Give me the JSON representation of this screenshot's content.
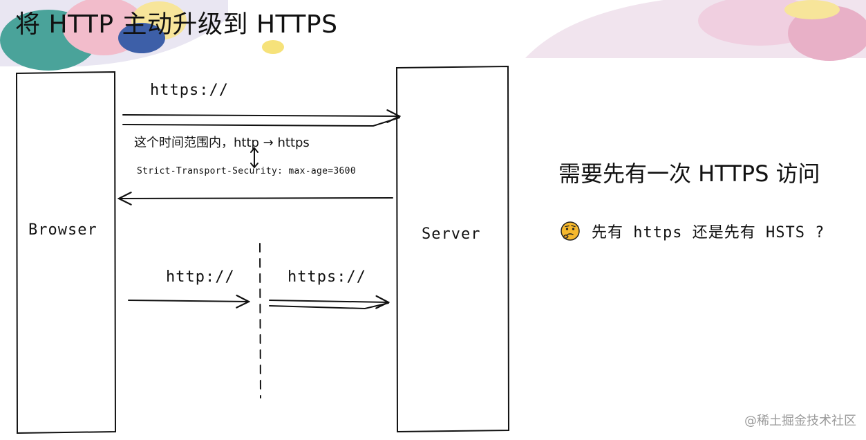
{
  "title": "将 HTTP 主动升级到 HTTPS",
  "diagram": {
    "browser_label": "Browser",
    "server_label": "Server",
    "request_https_label": "https://",
    "response_note": "这个时间范围内，http → https",
    "response_header": "Strict-Transport-Security: max-age=3600",
    "redirect_from_label": "http://",
    "redirect_to_label": "https://"
  },
  "side": {
    "heading": "需要先有一次 HTTPS 访问",
    "question_icon": "thinking-face-icon",
    "question": "先有 https 还是先有 HSTS ?"
  },
  "watermark": "@稀土掘金技术社区",
  "colors": {
    "ink": "#111111",
    "emoji_face": "#f5b82e",
    "deco_blue": "#3d5fa8",
    "deco_teal": "#3aa399",
    "deco_pink": "#f3b8c6",
    "deco_yellow": "#f6e27a"
  }
}
